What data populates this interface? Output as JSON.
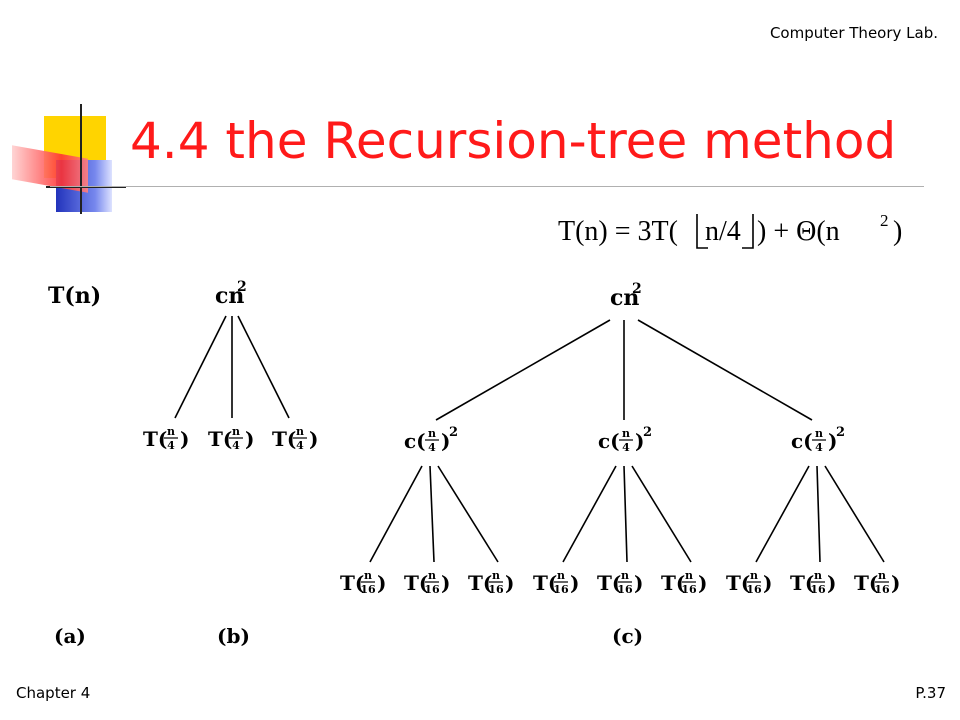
{
  "header": {
    "lab_name": "Computer Theory Lab."
  },
  "slide": {
    "title": "4.4 the Recursion-tree method",
    "recurrence": {
      "lhs": "T(n) = 3T(",
      "floor_arg": "n/4",
      "rhs": ") + Θ(n",
      "rhs_exp": "2",
      "rhs_close": ")"
    }
  },
  "tree_a": {
    "node": "T(n)",
    "label": "(a)"
  },
  "tree_b": {
    "root": "cn",
    "root_exp": "2",
    "child": "T(",
    "child_num": "n",
    "child_den": "4",
    "child_close": ")",
    "label": "(b)"
  },
  "tree_c": {
    "root": "cn",
    "root_exp": "2",
    "mid": "c(",
    "mid_num": "n",
    "mid_den": "4",
    "mid_close": ")",
    "mid_exp": "2",
    "leaf": "T(",
    "leaf_num": "n",
    "leaf_den": "16",
    "leaf_close": ")",
    "label": "(c)"
  },
  "footer": {
    "chapter": "Chapter 4",
    "page": "P.37"
  },
  "colors": {
    "title": "#ff1a1a",
    "deco_yellow": "#ffd400",
    "deco_blue": "#3344cc",
    "deco_red": "#ff3333"
  }
}
